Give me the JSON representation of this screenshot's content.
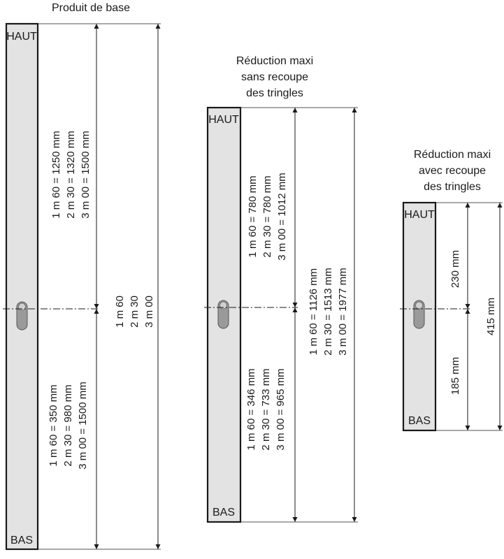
{
  "panels": [
    {
      "title": [
        "Produit de base"
      ],
      "top_label": "HAUT",
      "bottom_label": "BAS",
      "upper_dims": [
        "1 m 60 = 1250 mm",
        "2 m 30 = 1320 mm",
        "3 m 00 = 1500 mm"
      ],
      "lower_dims": [
        "1 m 60 = 350 mm",
        "2 m 30 = 980 mm",
        "3 m 00 = 1500 mm"
      ],
      "total_dims": [
        "1 m 60",
        "2 m 30",
        "3 m 00"
      ]
    },
    {
      "title": [
        "Réduction maxi",
        "sans recoupe",
        "des tringles"
      ],
      "top_label": "HAUT",
      "bottom_label": "BAS",
      "upper_dims": [
        "1 m 60 = 780 mm",
        "2 m 30 = 780 mm",
        "3 m 00 = 1012 mm"
      ],
      "lower_dims": [
        "1 m 60 = 346 mm",
        "2 m 30 = 733 mm",
        "3 m 00 = 965 mm"
      ],
      "total_dims": [
        "1 m 60 = 1126 mm",
        "2 m 30 = 1513 mm",
        "3 m 00 = 1977 mm"
      ]
    },
    {
      "title": [
        "Réduction maxi",
        "avec recoupe",
        "des tringles"
      ],
      "top_label": "HAUT",
      "bottom_label": "BAS",
      "upper_dims": [
        "230 mm"
      ],
      "lower_dims": [
        "185 mm"
      ],
      "total_dims": [
        "415 mm"
      ]
    }
  ]
}
